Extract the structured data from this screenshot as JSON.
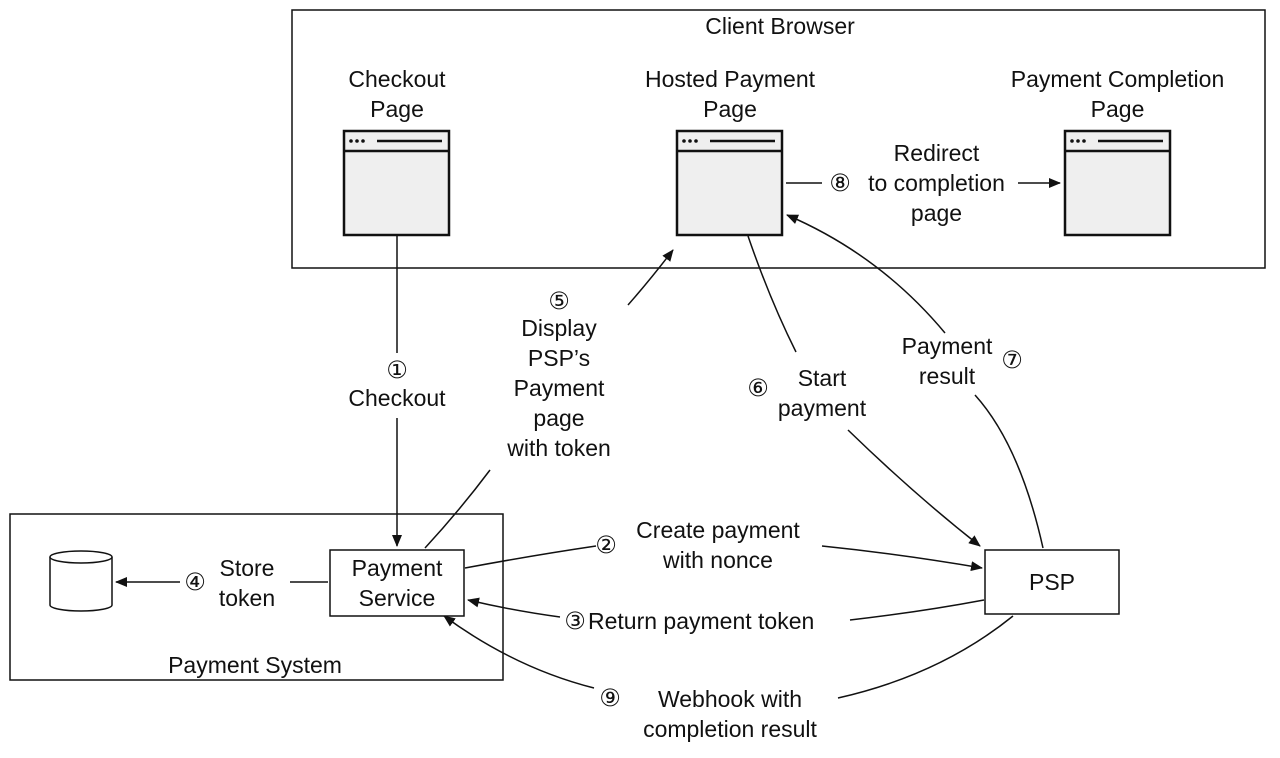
{
  "client_browser": {
    "title": "Client Browser",
    "checkout_page": "Checkout\nPage",
    "hosted_payment_page": "Hosted Payment\nPage",
    "payment_completion_page": "Payment Completion\nPage"
  },
  "payment_system": {
    "title": "Payment System",
    "payment_service": "Payment\nService",
    "store_token": "Store\ntoken"
  },
  "psp": {
    "label": "PSP"
  },
  "steps": {
    "s1": {
      "num": "①",
      "text": "Checkout"
    },
    "s2": {
      "num": "②",
      "text": "Create payment\nwith nonce"
    },
    "s3": {
      "num": "③",
      "text": "Return payment token"
    },
    "s4": {
      "num": "④"
    },
    "s5": {
      "num": "⑤",
      "text": "Display\nPSP’s\nPayment\npage\nwith token"
    },
    "s6": {
      "num": "⑥",
      "text": "Start\npayment"
    },
    "s7": {
      "num": "⑦",
      "text": "Payment\nresult"
    },
    "s8": {
      "num": "⑧",
      "text": "Redirect\nto completion\npage"
    },
    "s9": {
      "num": "⑨",
      "text": "Webhook  with\ncompletion result"
    }
  }
}
